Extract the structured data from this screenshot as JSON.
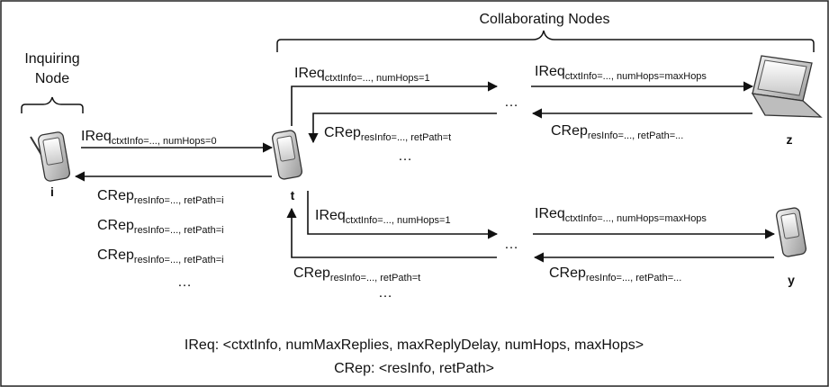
{
  "titles": {
    "collaborating": "Collaborating Nodes",
    "inquiring_line1": "Inquiring",
    "inquiring_line2": "Node"
  },
  "nodes": {
    "i": "i",
    "t": "t",
    "z": "z",
    "y": "y"
  },
  "messages": {
    "ireq_main": "IReq",
    "ireq_main_sub": "ctxtInfo=..., numHops=0",
    "ireq_top": "IReq",
    "ireq_top_sub": "ctxtInfo=..., numHops=1",
    "ireq_top_right": "IReq",
    "ireq_top_right_sub": "ctxtInfo=..., numHops=maxHops",
    "ireq_bot": "IReq",
    "ireq_bot_sub": "ctxtInfo=..., numHops=1",
    "ireq_bot_right": "IReq",
    "ireq_bot_right_sub": "ctxtInfo=..., numHops=maxHops",
    "crep_top": "CRep",
    "crep_top_sub": "resInfo=..., retPath=t",
    "crep_top_right": "CRep",
    "crep_top_right_sub": "resInfo=..., retPath=...",
    "crep_bot": "CRep",
    "crep_bot_sub": "resInfo=..., retPath=t",
    "crep_bot_right": "CRep",
    "crep_bot_right_sub": "resInfo=..., retPath=...",
    "crep_i1": "CRep",
    "crep_i1_sub": "resInfo=..., retPath=i",
    "crep_i2": "CRep",
    "crep_i2_sub": "resInfo=..., retPath=i",
    "crep_i3": "CRep",
    "crep_i3_sub": "resInfo=..., retPath=i"
  },
  "ellipsis": "…",
  "legend": {
    "line1": "IReq: <ctxtInfo, numMaxReplies, maxReplyDelay, numHops, maxHops>",
    "line2": "CRep: <resInfo, retPath>"
  }
}
